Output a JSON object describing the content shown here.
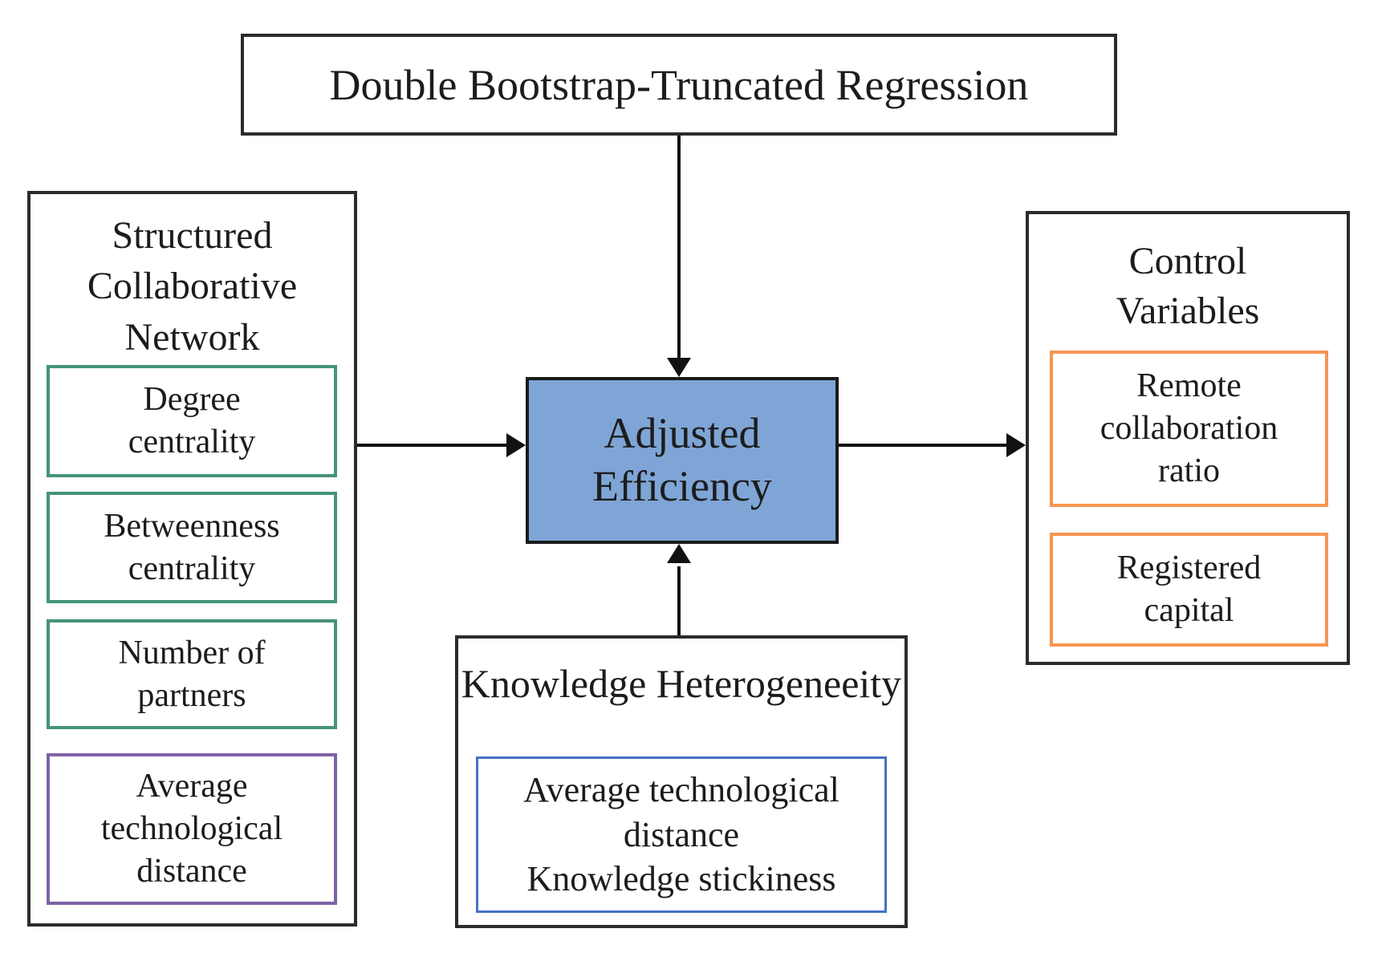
{
  "top_box": {
    "label": "Double Bootstrap-Truncated Regression"
  },
  "left_box": {
    "title": "Structured Collaborative Network",
    "items": [
      {
        "label": "Degree centrality",
        "border_color": "#44937a"
      },
      {
        "label": "Betweenness centrality",
        "border_color": "#44937a"
      },
      {
        "label": "Number of partners",
        "border_color": "#44937a"
      },
      {
        "label": "Average technological distance",
        "border_color": "#7e62a8"
      }
    ]
  },
  "center_box": {
    "label": "Adjusted Efficiency",
    "fill_color": "#7fa5d6",
    "border_color": "#1a1a1a"
  },
  "bottom_box": {
    "title": "Knowledge Heterogeneeity",
    "inner_box": {
      "border_color": "#4472c4",
      "items": [
        {
          "label": "Average technological distance"
        },
        {
          "label": "Knowledge stickiness"
        }
      ]
    }
  },
  "right_box": {
    "title": "Control Variables",
    "items": [
      {
        "label": "Remote collaboration ratio",
        "border_color": "#f79450"
      },
      {
        "label": "Registered capital",
        "border_color": "#f79450"
      }
    ]
  },
  "arrows": [
    {
      "from": "Double Bootstrap-Truncated Regression",
      "to": "Adjusted Efficiency",
      "direction": "down"
    },
    {
      "from": "Structured Collaborative Network",
      "to": "Adjusted Efficiency",
      "direction": "right"
    },
    {
      "from": "Knowledge Heterogeneeity",
      "to": "Adjusted Efficiency",
      "direction": "up"
    },
    {
      "from": "Adjusted Efficiency",
      "to": "Control Variables",
      "direction": "right"
    }
  ],
  "colors": {
    "outer_border": "#2b2b2b",
    "arrow": "#111111",
    "green_accent": "#44937a",
    "purple_accent": "#7e62a8",
    "blue_accent": "#4472c4",
    "orange_accent": "#f79450",
    "center_fill": "#7fa5d6",
    "background": "#ffffff"
  }
}
